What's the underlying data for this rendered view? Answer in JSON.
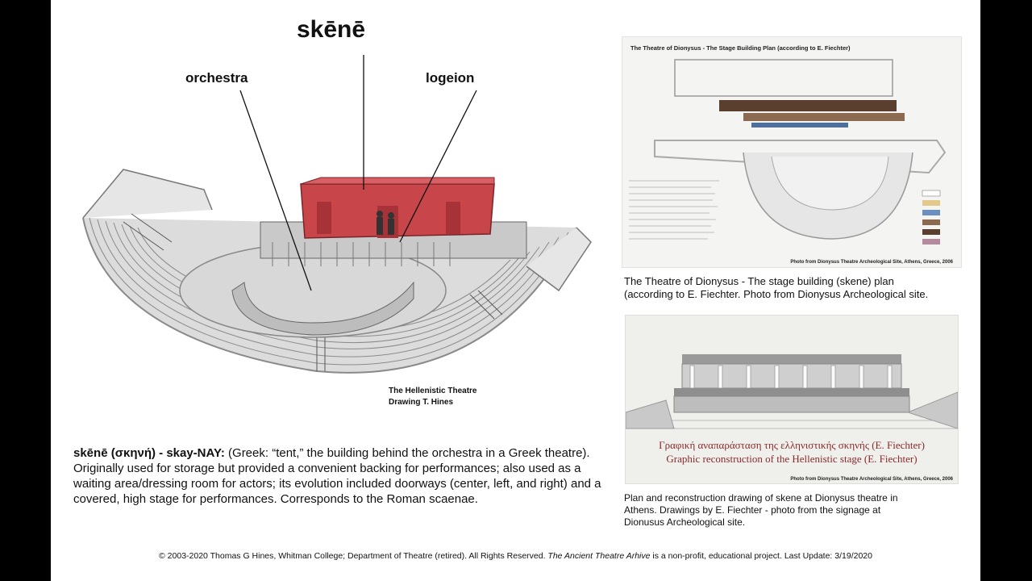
{
  "labels": {
    "skene": "skēnē",
    "orchestra": "orchestra",
    "logeion": "logeion"
  },
  "theatre_caption": {
    "line1": "The Hellenistic Theatre",
    "line2": "Drawing T. Hines"
  },
  "definition": {
    "term": "skēnē (σκηνή) - skay-NAY:",
    "body": " (Greek: “tent,” the building behind the orchestra in a Greek theatre). Originally used for storage but provided a convenient backing for performances; also used as a waiting area/dressing room for actors; its evolution included doorways (center, left, and right) and a covered, high stage for performances. Corresponds to the Roman scaenae."
  },
  "plan_image": {
    "title": "The Theatre of Dionysus - The Stage Building Plan (according to E. Fiechter)",
    "photo_credit": "Photo from Dionysus Theatre Archeological Site, Athens, Greece, 2006"
  },
  "plan_caption": {
    "line1": "The Theatre of Dionysus - The stage building (skene) plan",
    "line2": "(according to E. Fiechter. Photo from Dionysus Archeological site."
  },
  "recon_image": {
    "greek_title": "Γραφική αναπαράσταση της ελληνιστικής σκηνής (E. Fiechter)",
    "english_title": "Graphic reconstruction of the Hellenistic stage (E. Fiechter)",
    "photo_credit": "Photo from Dionysus Theatre Archeological Site, Athens, Greece, 2006"
  },
  "recon_caption": {
    "line1": "Plan and reconstruction drawing of skene at Dionysus theatre in",
    "line2": "Athens. Drawings by E. Fiechter - photo from the signage at",
    "line3": "Dionusus Archeological site."
  },
  "footer": {
    "copyright": "© 2003-2020 Thomas G Hines, Whitman College; Department of Theatre (retired). All Rights Reserved. ",
    "archive_name": "The Ancient Theatre Arhive",
    "tail": " is a non-profit, educational project. Last Update: 3/19/2020"
  },
  "colors": {
    "skene_red": "#c8454a",
    "stone_gray": "#b9b9b9"
  }
}
